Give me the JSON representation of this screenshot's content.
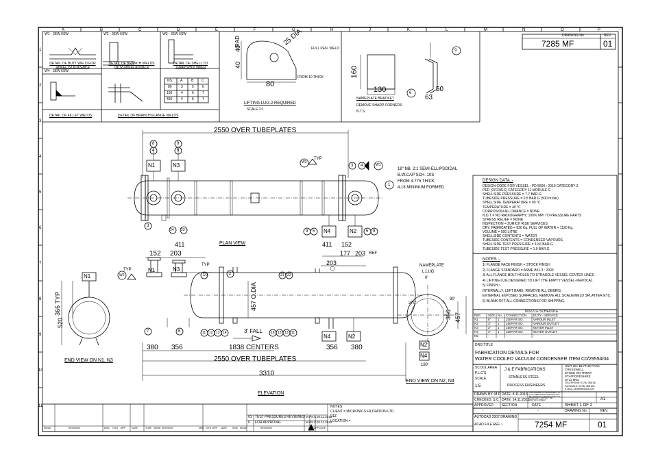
{
  "title_block": {
    "drawing_no_label": "DRAWING No",
    "rev_label": "REV",
    "drawing_no_top": "7285 MF",
    "rev_top": "01",
    "drg_title_label": "DRG TITLE",
    "title_line1": "FABRICATION DETAILS FOR",
    "title_line2": "WATER COOLED VACUUM CONDENSER  ITEM C0/29554/04",
    "scale_label": "SCALE:",
    "scale_value": "1:5",
    "scale_short": "SCALE 2:1",
    "paper_label": "P.L.C'S",
    "model_label": "SCOOL AREA",
    "company": "J & E FABRICATIONS",
    "material": "STAINLESS STEEL",
    "engineers": "PROCESS ENGINEERS",
    "address": [
      "UNIT 25A BLYTHE PARK",
      "CRESSWELL",
      "STOKE ON TRENT",
      "STAFFORDSHIRE",
      "ST11 9RD"
    ],
    "phones": [
      "TELEPHONE: 01782 388 611",
      "FACSIMILE: 01782 388 604",
      "E-MAIL: jandefab@aol.com"
    ],
    "property_note": "THIS DRAWING IS THE PROPERTY OF J & E FABRICATIONS AND MUST NOT BE COPIED OR COMMUNICATED TO A THIRD PARTY WITHOUT THE WRITTEN CONSENT",
    "paper_size": "A1",
    "drawn_by": "DRAWN BY: M.P",
    "drawn_date": "DATE: 8.11.2013",
    "checked_by": "CHECKED: S.C",
    "checked_date": "DATE: 14.11.2013",
    "approved": "APPROVED",
    "section": "SECTION",
    "date_label": "DATE",
    "sheet": "SHEET 1 OF 2",
    "dash": "-",
    "drawing_no_label2": "DRAWING No.",
    "rev_label2": "REV.",
    "autocad": "AUTOCAD 2007 DRAWING",
    "acad_ref": "ACAD FILE REF :-",
    "drawing_no_bottom": "7254 MF",
    "rev_bottom": "01"
  },
  "notes_block": {
    "notes_label": "NOTES",
    "client": "CLIENT = MICRONICS FILTRATION LTD.",
    "ref": "REF",
    "location": "LOCATION =",
    "revisions": [
      {
        "no": "01",
        "desc": "TEST PRESSURES REVIEWED",
        "by": "M.P",
        "chk": "S.C",
        "date": "20.11.2013"
      },
      {
        "no": "0",
        "desc": "FOR APPROVAL",
        "by": "M.P",
        "chk": "S.C",
        "date": "02.11.2013"
      }
    ],
    "rev_headers": [
      "ISSUE",
      "REVISION",
      "DRN",
      "CH'D",
      "APP",
      "DATE",
      "TLNK",
      "ISSUE",
      "REVISION",
      "DRN",
      "CH'D",
      "APP",
      "DATE",
      "TLNK",
      "ISSUE",
      "REVISION",
      "DRN",
      "APP",
      "DATE"
    ]
  },
  "weld_details": {
    "w1_head": "W1 - 3EW 6SW",
    "w2_head": "W2 - 3EW 6SW",
    "w3_head": "W3 - 3EW 6SW",
    "w4_head": "W4 - 3EW 6SW",
    "d1": "DETAIL OF BUTT WELD FOR SHELL TO B.W.CAPS",
    "d2": "DETAIL OF BRANCH WELDS INTO SHELL & END'S",
    "d3": "DETAIL OF SHELL TO TUBEPLATE WELD",
    "d4": "DETAIL OF FILLET WELDS",
    "d5": "DETAIL OF BRANCH FLANGE WELDS",
    "full_pen": "FULL PEN. WELD",
    "from_thick": "FROM 10 THICK",
    "lug_title": "LIFTING LUG-2 REQUIRED",
    "nameplate_bracket": "NAMEPLATE BRACKET",
    "remove_corners": "REMOVE SHARP CORNERS",
    "nts": "N.T.S.",
    "table_headers": [
      "NS.",
      "A",
      "B",
      "C"
    ],
    "table_rows": [
      [
        "80",
        "3",
        "5",
        "6"
      ],
      [
        "150",
        "4",
        "6",
        "7"
      ],
      [
        "450",
        "4",
        "6",
        "7"
      ]
    ]
  },
  "dims": {
    "lug_40a": "40",
    "lug_40b": "40",
    "lug_rad": "RAD",
    "lug_25": "25 DIA",
    "lug_80": "80",
    "np_160": "160",
    "np_130": "130",
    "np_50": "50",
    "np_63": "63",
    "over_tp_plan": "2550 OVER TUBEPLATES",
    "over_tp_elev": "2550 OVER TUBEPLATES",
    "d411a": "411",
    "d152a": "152",
    "d203a": "203",
    "d411b": "411",
    "d152b": "152",
    "d203b": "203",
    "d177": "177",
    "d203c": "203",
    "d380a": "380",
    "d356a": "356",
    "d1838": "1838 CENTERS",
    "d356b": "356",
    "d380b": "380",
    "d3310": "3310",
    "d366": "366 TYP",
    "d520": "520",
    "d457": "457 O.DIA",
    "d356c": "356",
    "d457b": "457",
    "fall": "3' FALL",
    "typ": "TYP",
    "ref": "REF",
    "deg270": "270'",
    "deg90": "90'",
    "deg180": "180'",
    "deg0": "0'"
  },
  "views": {
    "plan": "PLAN VIEW",
    "elevation": "ELEVATION",
    "end1": "END VIEW ON N1, N3",
    "end2": "END VIEW ON N2, N4",
    "nameplate": "NAMEPLATE",
    "llug": "L.LUG"
  },
  "cap_note": [
    "18\" NB. 2:1 SEMI-ELLIPSOIDAL",
    "B.W.CAP SCH. 10S",
    "FROM 4.775 THICK",
    "4.18 MINIMUM FORMED"
  ],
  "design_data": {
    "heading": "DESIGN DATA :-",
    "lines": [
      "DESIGN CODE FOR VESSEL : PD 5500 : 2010 CATEGORY 3",
      "PED (97/23/EC) CATEGORY 11 MODULE G",
      "SHELLSIDE PRESSURE  = 7.7 BAR.G",
      "TUBESIDE PRESSURE  = 0.5 BAR.G (500 m.bar)",
      "SHELLSIDE TEMPERATURE = 90 °C",
      "TEMPERATURE = 40 °C",
      "CORROSION ALLOWANCE = NONE",
      "N.D.T = NO RADIOGRAPHY, 100% MPI TO PRESSURE PARTS",
      "STRESS RELIEF = NONE",
      "INSPECTION = ZURICH RISK SERVICES",
      "DRY, FABRICATED = 620 Kg. FULL OF WATER = 1120 Kg.",
      "VOLUME = 500 LITRE",
      "SHELLSIDE CONTENTS  = WATER",
      "TUBESIDE CONTENTS  = CONDENSED VAPOURS",
      "SHELLSIDE TEST PRESSURE = 10.6 BAR.G",
      "TUBESIDE TEST PRESSURE = 1.0 BAR.G"
    ]
  },
  "notes": {
    "heading": "NOTES :-",
    "lines": [
      "1) FLANGE FACE FINISH = STOCK FINISH",
      "2) FLANGE STANDARD = ASME B31.3 : 2003",
      "3) ALL FLANGE BOLT HOLES TO STRADDLE VESSEL CENTER LINES",
      "4) LIFTING LUG DESIGNED TO LIFT THE EMPTY VESSEL-VERTICAL",
      "5) FINISH :-",
      "   INTERNALLY, LEFT BARE, REMOVE ALL DEBRIS.",
      "   EXTERNAL EXPOSED SURFACES, REMOVE ALL SCALE/WELD SPLATTER ETC.",
      "6) BLANK OFF ALL CONNECTIONS FOR SHIPPING."
    ]
  },
  "nozzle_schedule": {
    "title": "NOZZLE SCHEDULE",
    "headers": [
      "REF.",
      "SIZE",
      "No.",
      "CONNECTION",
      "DUTY - SERVICE"
    ],
    "rows": [
      [
        "N1",
        "8\"",
        "1",
        "150# RF.SO.",
        "VAPOUR INLET"
      ],
      [
        "N2",
        "3\"",
        "1",
        "150# RF.SO.",
        "VAPOUR OUTLET"
      ],
      [
        "N3",
        "3\"",
        "1",
        "150# RF.SO.",
        "WATER INLET"
      ],
      [
        "N4",
        "3\"",
        "1",
        "150# RF.SO.",
        "WATER OUTLET"
      ],
      [
        "N5",
        "-",
        "-",
        "-",
        "-"
      ]
    ]
  },
  "nozzles": {
    "n1": "N1",
    "n2": "N2",
    "n3": "N3",
    "n4": "N4",
    "w1": "W1",
    "w2": "W2",
    "w3": "W3"
  },
  "balloons": [
    "8",
    "4",
    "9",
    "5",
    "3",
    "24",
    "23",
    "9",
    "5",
    "2",
    "1",
    "7",
    "6",
    "11",
    "12",
    "13",
    "14",
    "16",
    "15",
    "13",
    "11",
    "10",
    "2",
    "21",
    "22",
    "3",
    "4",
    "8",
    "9",
    "6"
  ],
  "grid": {
    "cols": [
      "A",
      "B",
      "C",
      "D",
      "E",
      "F",
      "G",
      "H",
      "J",
      "K",
      "L",
      "M",
      "N",
      "O",
      "P"
    ],
    "rows": [
      "1",
      "2",
      "3",
      "4",
      "5",
      "6",
      "7",
      "8",
      "9",
      "10",
      "11"
    ]
  }
}
